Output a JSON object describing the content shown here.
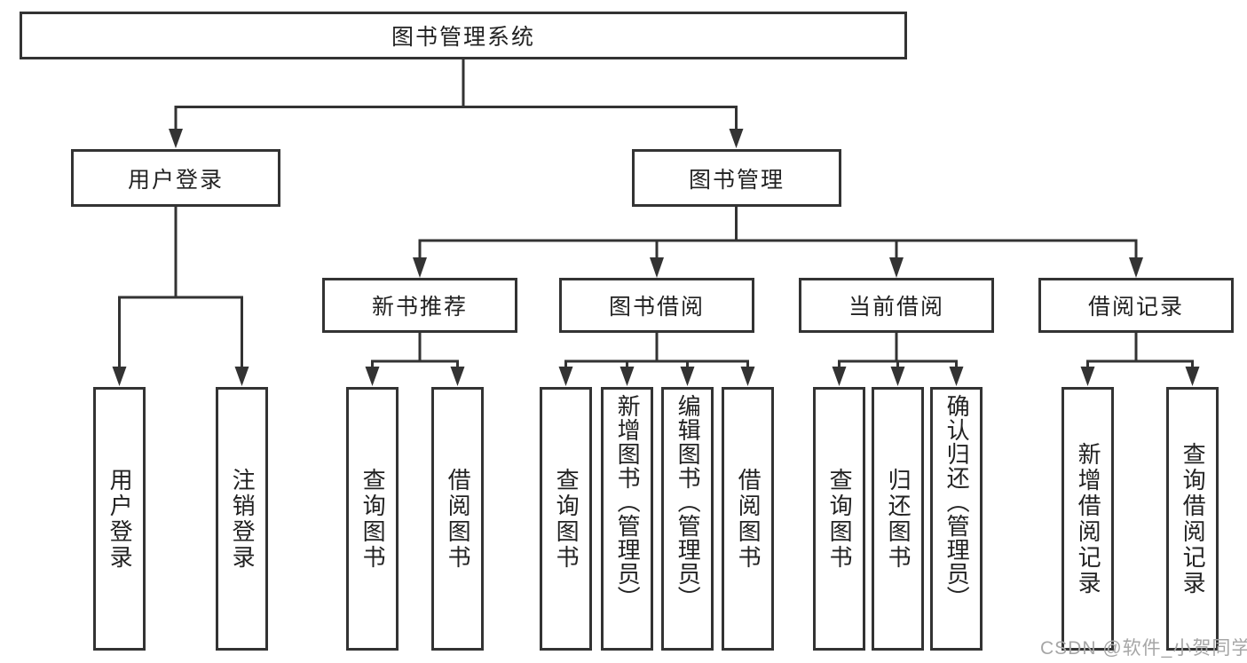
{
  "palette": {
    "line": "#333333",
    "text": "#222222",
    "watermark": "#a6a6a6",
    "background": "#ffffff"
  },
  "tree": {
    "label": "图书管理系统",
    "children": [
      {
        "label": "用户登录",
        "children": [
          {
            "label": "用户登录"
          },
          {
            "label": "注销登录"
          }
        ]
      },
      {
        "label": "图书管理",
        "children": [
          {
            "label": "新书推荐",
            "children": [
              {
                "label": "查询图书"
              },
              {
                "label": "借阅图书"
              }
            ]
          },
          {
            "label": "图书借阅",
            "children": [
              {
                "label": "查询图书"
              },
              {
                "label": "新增图书（管理员）"
              },
              {
                "label": "编辑图书（管理员）"
              },
              {
                "label": "借阅图书"
              }
            ]
          },
          {
            "label": "当前借阅",
            "children": [
              {
                "label": "查询图书"
              },
              {
                "label": "归还图书"
              },
              {
                "label": "确认归还（管理员）"
              }
            ]
          },
          {
            "label": "借阅记录",
            "children": [
              {
                "label": "新增借阅记录"
              },
              {
                "label": "查询借阅记录"
              }
            ]
          }
        ]
      }
    ]
  },
  "watermark": {
    "text": "CSDN @软件_小贺同学"
  }
}
